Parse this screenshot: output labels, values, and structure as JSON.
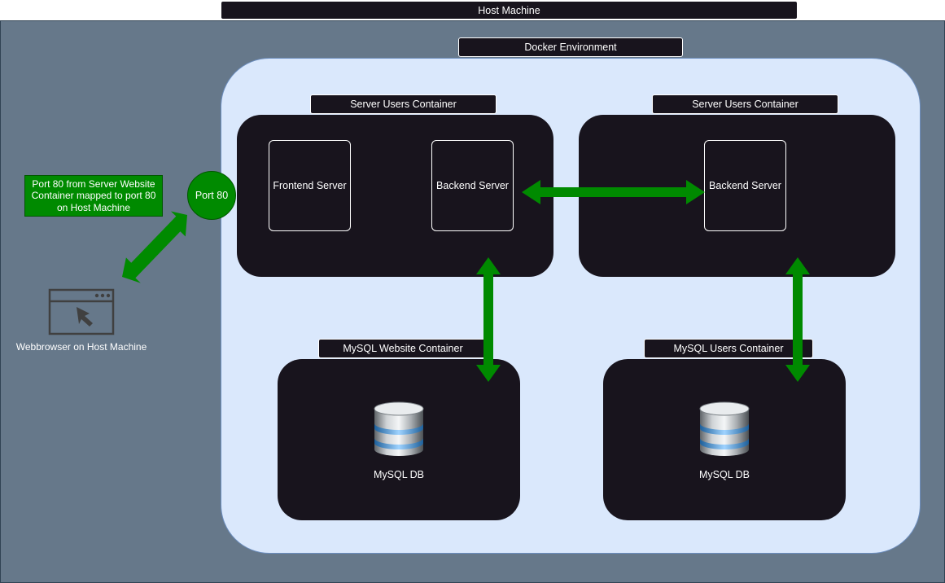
{
  "host": {
    "title": "Host Machine"
  },
  "docker": {
    "title": "Docker Environment"
  },
  "containers": {
    "server_users_1": {
      "title": "Server Users Container",
      "frontend": "Frontend Server",
      "backend": "Backend Server"
    },
    "server_users_2": {
      "title": "Server Users Container",
      "backend": "Backend Server"
    },
    "mysql_website": {
      "title": "MySQL Website Container",
      "db": "MySQL DB"
    },
    "mysql_users": {
      "title": "MySQL Users Container",
      "db": "MySQL DB"
    }
  },
  "port": {
    "label": "Port 80",
    "note": "Port 80 from Server Website Container mapped to port 80 on Host Machine"
  },
  "browser": {
    "label": "Webbrowser on Host Machine",
    "icon": "browser-window-icon"
  },
  "colors": {
    "host_bg": "#66788a",
    "docker_bg": "#dae8fc",
    "container_bg": "#18141d",
    "arrow": "#008a00"
  }
}
